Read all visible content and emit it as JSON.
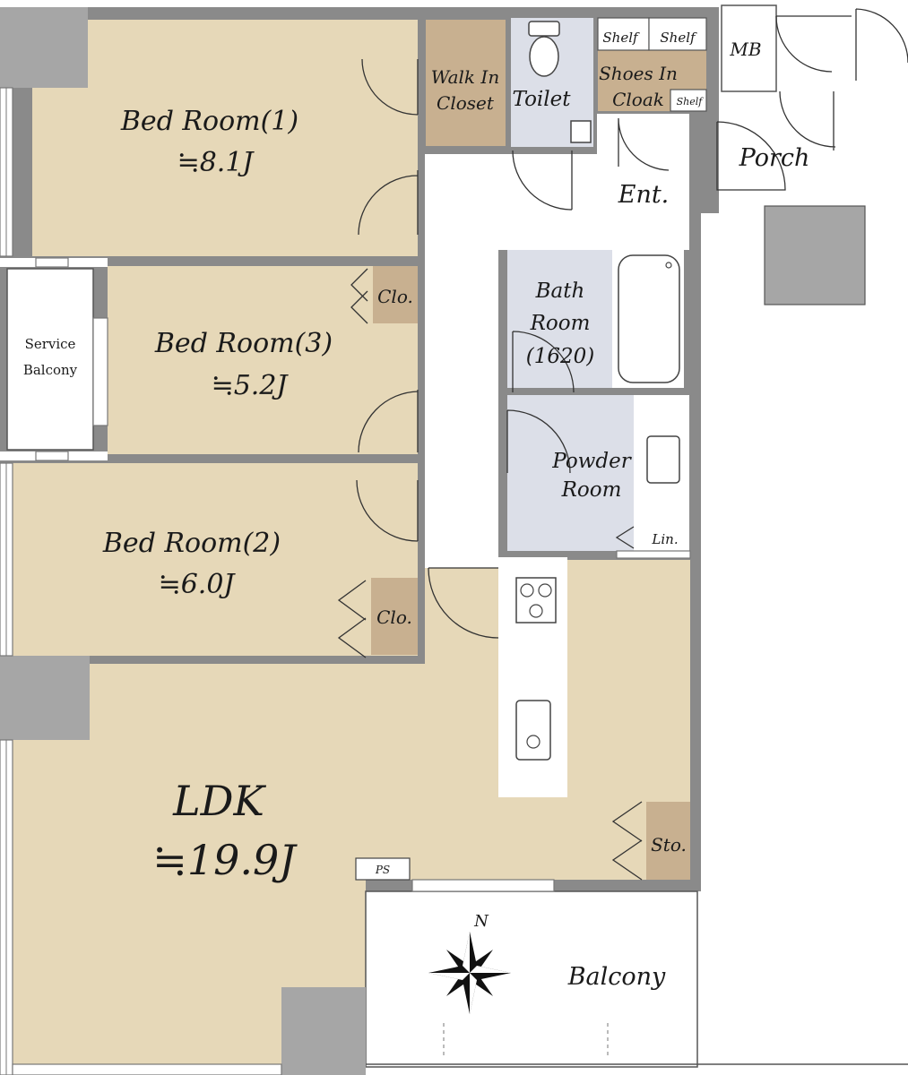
{
  "colors": {
    "room": "#e6d8b8",
    "storage": "#c8b090",
    "wet": "#dcdfe8",
    "wall": "#8a8a8a",
    "column": "#a6a6a6"
  },
  "rooms": {
    "bed1": {
      "name": "Bed Room(1)",
      "area": "≒8.1J"
    },
    "bed3": {
      "name": "Bed Room(3)",
      "area": "≒5.2J"
    },
    "bed2": {
      "name": "Bed Room(2)",
      "area": "≒6.0J"
    },
    "ldk": {
      "name": "LDK",
      "area": "≒19.9J"
    }
  },
  "storage": {
    "walk_in_line1": "Walk In",
    "walk_in_line2": "Closet",
    "clo_upper": "Clo.",
    "clo_lower": "Clo.",
    "sto": "Sto.",
    "lin": "Lin.",
    "shoes_line1": "Shoes In",
    "shoes_line2": "Cloak",
    "shelf_left": "Shelf",
    "shelf_right": "Shelf",
    "shelf_small": "Shelf"
  },
  "wet_areas": {
    "toilet": "Toilet",
    "bath_line1": "Bath",
    "bath_line2": "Room",
    "bath_line3": "(1620)",
    "powder_line1": "Powder",
    "powder_line2": "Room"
  },
  "entrance": {
    "ent": "Ent.",
    "porch": "Porch",
    "mb": "MB"
  },
  "outdoor": {
    "service_line1": "Service",
    "service_line2": "Balcony",
    "balcony": "Balcony",
    "ps": "PS"
  },
  "compass": {
    "north": "N",
    "icon": "compass-rose-icon"
  }
}
